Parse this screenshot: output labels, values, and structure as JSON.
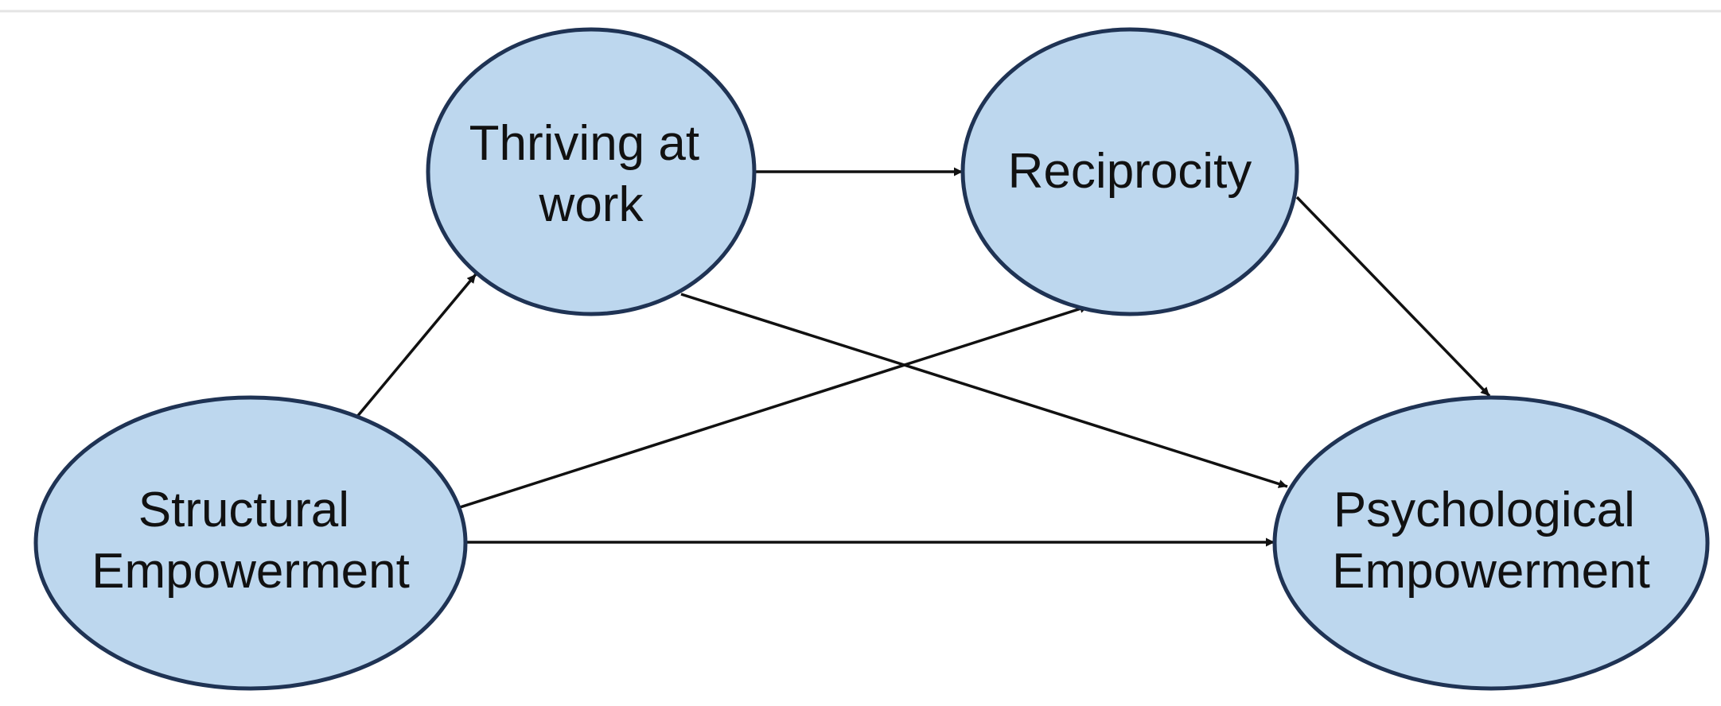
{
  "diagram": {
    "colors": {
      "node_fill": "#bdd7ee",
      "node_stroke": "#1f3354",
      "edge": "#111111"
    },
    "nodes": [
      {
        "id": "structural",
        "lines": [
          "Structural",
          "Empowerment"
        ]
      },
      {
        "id": "thriving",
        "lines": [
          "Thriving at",
          "work"
        ]
      },
      {
        "id": "reciprocity",
        "lines": [
          "Reciprocity"
        ]
      },
      {
        "id": "psychological",
        "lines": [
          "Psychological",
          "Empowerment"
        ]
      }
    ],
    "edges": [
      {
        "from": "structural",
        "to": "thriving"
      },
      {
        "from": "structural",
        "to": "reciprocity"
      },
      {
        "from": "structural",
        "to": "psychological"
      },
      {
        "from": "thriving",
        "to": "reciprocity"
      },
      {
        "from": "thriving",
        "to": "psychological"
      },
      {
        "from": "reciprocity",
        "to": "psychological"
      }
    ]
  }
}
